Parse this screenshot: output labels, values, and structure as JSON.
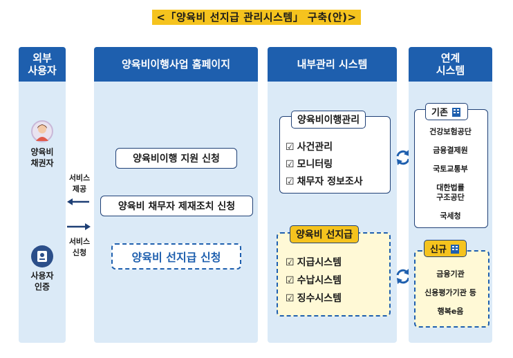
{
  "title": "<「양육비 선지급 관리시스템」 구축(안)>",
  "columns": {
    "external": {
      "header": "외부\n사용자",
      "creditor_label": "양육비\n채권자",
      "auth_label": "사용자\n인증"
    },
    "homepage": {
      "header": "양육비이행사업 홈페이지",
      "items": [
        "양육비이행 지원 신청",
        "양육비 채무자 제재조치 신청",
        "양육비 선지급 신청"
      ]
    },
    "internal": {
      "header": "내부관리 시스템",
      "mgmt_title": "양육비이행관리",
      "mgmt_items": [
        "사건관리",
        "모니터링",
        "채무자 정보조사"
      ],
      "advance_title": "양육비 선지급",
      "advance_items": [
        "지급시스템",
        "수납시스템",
        "징수시스템"
      ]
    },
    "linked": {
      "header": "연계\n시스템",
      "existing_title": "기존",
      "existing_items": [
        "건강보험공단",
        "금융결제원",
        "국토교통부",
        "대한법률\n구조공단",
        "국세청"
      ],
      "new_title": "신규",
      "new_items": [
        "금융기관",
        "신용평가기관 등",
        "행복e음"
      ]
    }
  },
  "arrows": {
    "service_provide": "서비스\n제공",
    "service_request": "서비스\n신청"
  },
  "check_symbol": "☑",
  "colors": {
    "header_blue": "#1e5fae",
    "panel_bg": "#dbeaf7",
    "highlight_yellow": "#f5c31e"
  }
}
